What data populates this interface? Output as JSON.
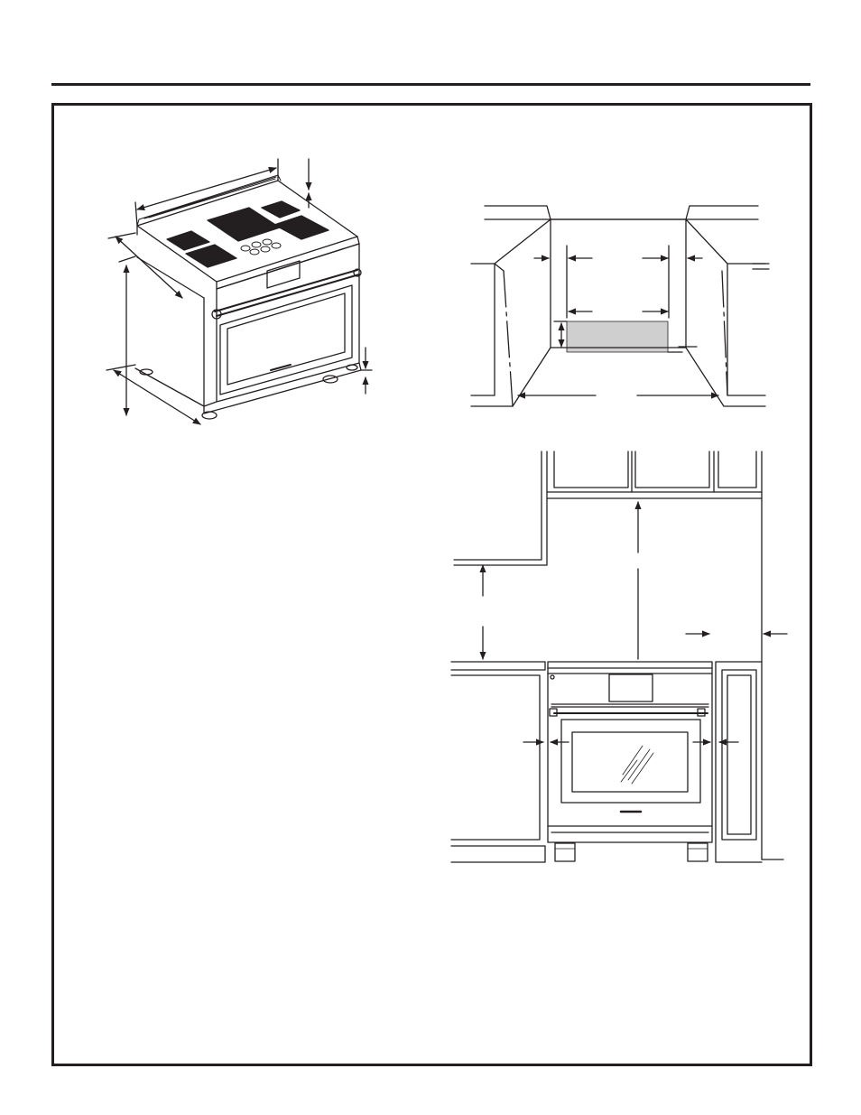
{
  "page": {
    "background": "#ffffff",
    "line_color": "#231f20",
    "panel_fill": "#cfcfcf"
  },
  "figures": [
    {
      "id": "range-perspective",
      "icon": "range-perspective-drawing"
    },
    {
      "id": "cutout-plan",
      "icon": "cabinet-cutout-drawing"
    },
    {
      "id": "front-clearance",
      "icon": "front-elevation-drawing"
    }
  ]
}
